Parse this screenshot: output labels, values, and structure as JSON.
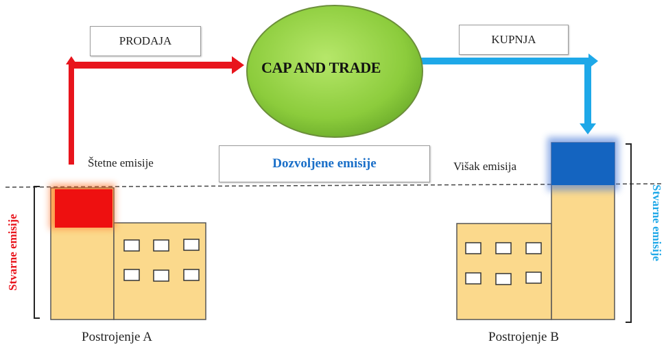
{
  "center": {
    "label": "CAP AND TRADE"
  },
  "sell_label": "PRODAJA",
  "buy_label": "KUPNJA",
  "allowed_label": "Dozvoljene emisije",
  "harmful_label": "Štetne emisije",
  "excess_label": "Višak emisija",
  "actual_emissions_left": "Stvarne emisije",
  "actual_emissions_right": "Stvarne emisije",
  "plant_a": "Postrojenje A",
  "plant_b": "Postrojenje B",
  "colors": {
    "sell_arrow": "#e8141c",
    "buy_arrow": "#1ea8e8",
    "circle": "#8ccc3c",
    "building": "#fbd98c",
    "harmful_block": "#ee1010",
    "excess_block": "#1464c0",
    "allowed_text": "#1a6fc8"
  }
}
